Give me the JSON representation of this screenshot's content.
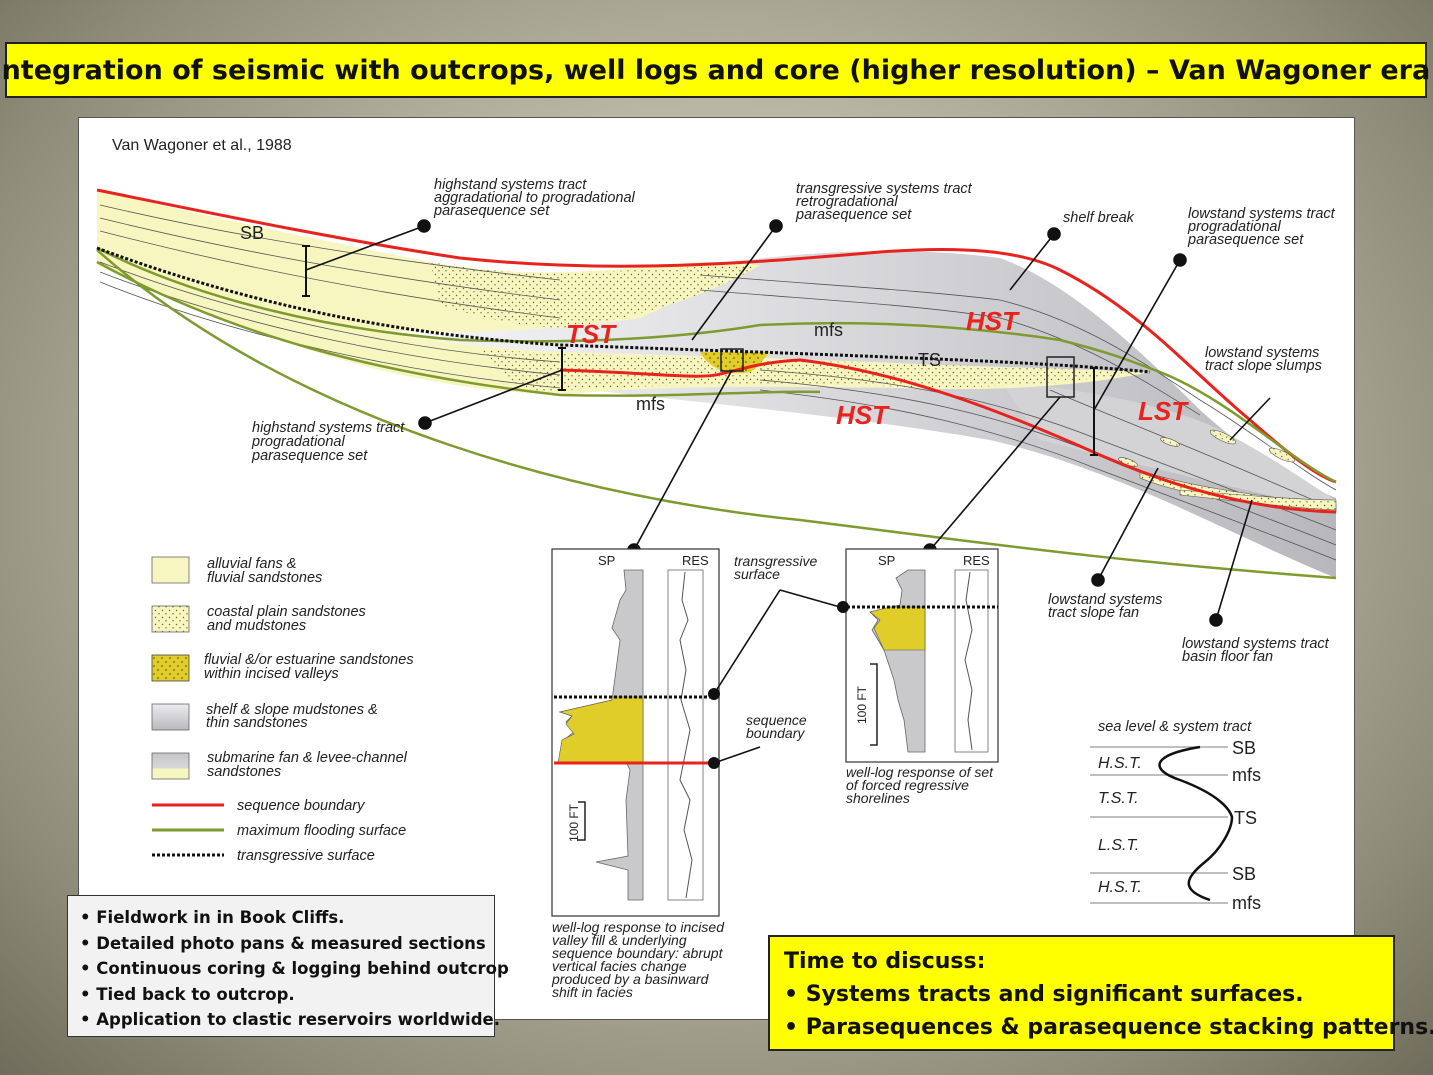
{
  "title": "Integration of seismic with outcrops, well logs and core (higher resolution) – Van Wagoner era.",
  "citation": "Van Wagoner et al., 1988",
  "diagram": {
    "labels": {
      "sb": "SB",
      "tst": "TST",
      "hst_upper": "HST",
      "hst_lower": "HST",
      "lst": "LST",
      "mfs_upper": "mfs",
      "mfs_lower": "mfs",
      "ts": "TS"
    },
    "callouts": {
      "hst_aggr": [
        "highstand systems tract",
        "aggradational to progradational",
        "parasequence set"
      ],
      "tst_retro": [
        "transgressive systems tract",
        "retrogradational",
        "parasequence set"
      ],
      "shelf_break": [
        "shelf break"
      ],
      "lst_prog": [
        "lowstand systems tract",
        "progradational",
        "parasequence set"
      ],
      "lst_slumps": [
        "lowstand systems",
        "tract slope slumps"
      ],
      "hst_prog": [
        "highstand systems tract",
        "progradational",
        "parasequence set"
      ],
      "lst_slope_fan": [
        "lowstand systems",
        "tract slope fan"
      ],
      "lst_basin_fan": [
        "lowstand systems tract",
        "basin floor fan"
      ]
    },
    "colors": {
      "sequence_boundary": "#e8231e",
      "max_flooding": "#7f9a2e",
      "alluvial": "#f8f6c0",
      "estuarine": "#e0cd2a",
      "mudstone": "#c9c9cc"
    }
  },
  "legend": [
    {
      "key": "alluvial",
      "lines": [
        "alluvial fans &",
        "fluvial sandstones"
      ]
    },
    {
      "key": "coastal",
      "lines": [
        "coastal plain sandstones",
        "and mudstones"
      ]
    },
    {
      "key": "estuarine",
      "lines": [
        "fluvial &/or estuarine sandstones",
        "within incised valleys"
      ]
    },
    {
      "key": "shelf",
      "lines": [
        "shelf & slope mudstones &",
        "thin sandstones"
      ]
    },
    {
      "key": "fan",
      "lines": [
        "submarine fan & levee-channel",
        "sandstones"
      ]
    },
    {
      "key": "sb_line",
      "lines": [
        "sequence boundary"
      ]
    },
    {
      "key": "mfs_line",
      "lines": [
        "maximum flooding surface"
      ]
    },
    {
      "key": "ts_line",
      "lines": [
        "transgressive surface"
      ]
    }
  ],
  "well_log_1": {
    "sp": "SP",
    "res": "RES",
    "scale": "100 FT",
    "ts_label": [
      "transgressive",
      "surface"
    ],
    "sb_label": [
      "sequence",
      "boundary"
    ],
    "caption": [
      "well-log response to incised",
      "valley fill & underlying",
      "sequence boundary: abrupt",
      "vertical facies change",
      "produced by a basinward",
      "shift in facies"
    ]
  },
  "well_log_2": {
    "sp": "SP",
    "res": "RES",
    "scale": "100 FT",
    "caption": [
      "well-log response of set",
      "of forced regressive",
      "shorelines"
    ]
  },
  "sea_level": {
    "heading": "sea level & system tract",
    "tracts": [
      "H.S.T.",
      "T.S.T.",
      "L.S.T.",
      "H.S.T."
    ],
    "surfaces": [
      "SB",
      "mfs",
      "TS",
      "SB",
      "mfs"
    ]
  },
  "notes_left": [
    "• Fieldwork in in Book Cliffs.",
    "• Detailed photo pans & measured sections",
    "• Continuous coring & logging behind outcrop",
    "• Tied back to outcrop.",
    "• Application to clastic reservoirs worldwide."
  ],
  "notes_right": [
    "Time to discuss:",
    "• Systems tracts and significant surfaces.",
    "• Parasequences & parasequence stacking patterns."
  ]
}
